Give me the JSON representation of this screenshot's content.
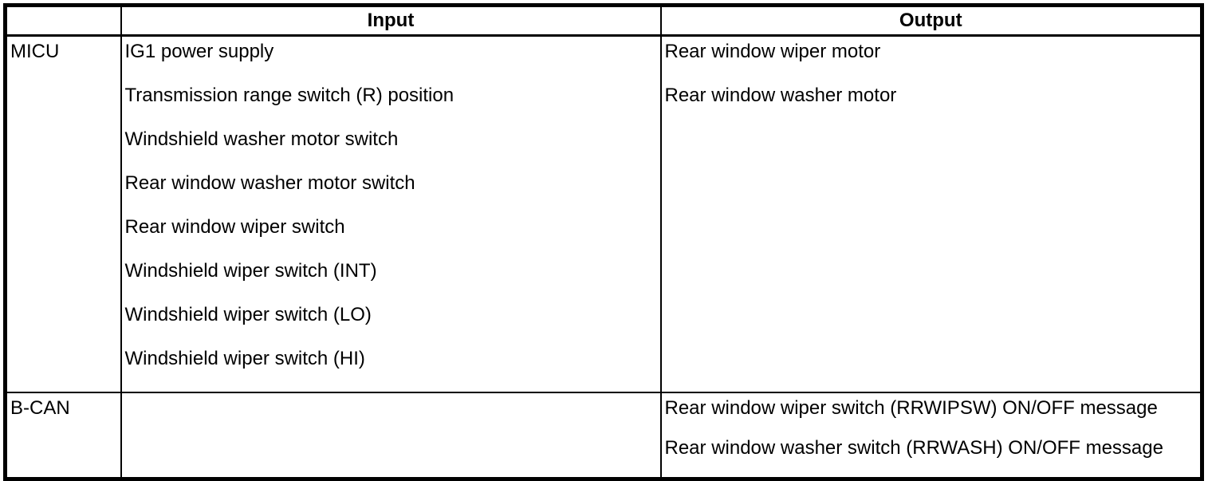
{
  "table": {
    "columns": {
      "source": "",
      "input": "Input",
      "output": "Output"
    },
    "rows": [
      {
        "source": "MICU",
        "input_lines": [
          "IG1 power supply",
          "Transmission range switch (R) position",
          "Windshield washer motor switch",
          "Rear window washer motor switch",
          "Rear window wiper switch",
          "Windshield wiper switch (INT)",
          "Windshield wiper switch (LO)",
          "Windshield wiper switch (HI)"
        ],
        "output_lines": [
          "Rear window wiper motor",
          "Rear window washer motor"
        ]
      },
      {
        "source": "B-CAN",
        "input_lines": [],
        "output_lines": [
          "Rear window wiper switch (RRWIPSW) ON/OFF message",
          "Rear window washer switch (RRWASH) ON/OFF message"
        ]
      }
    ],
    "colors": {
      "border": "#000000",
      "background": "#ffffff",
      "text": "#000000"
    }
  }
}
